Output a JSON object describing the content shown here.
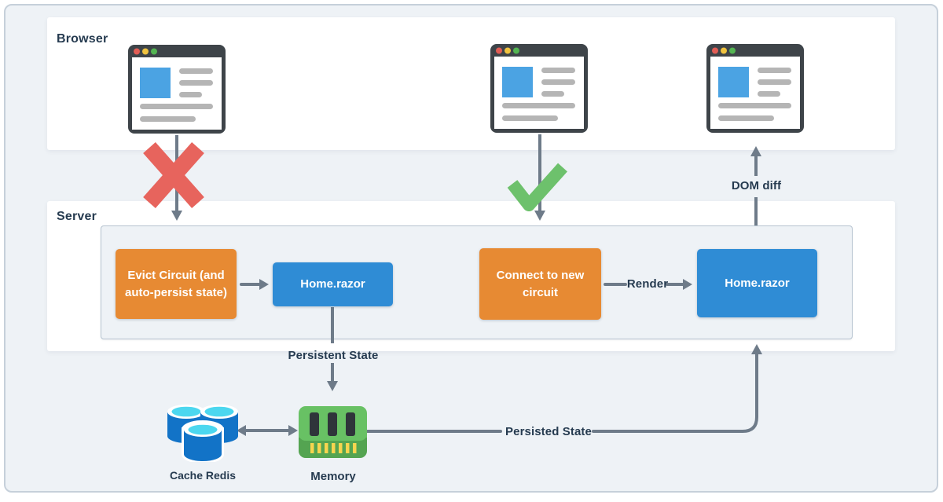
{
  "sections": {
    "browser": {
      "label": "Browser"
    },
    "server": {
      "label": "Server"
    }
  },
  "nodes": {
    "evict_circuit": {
      "label": "Evict Circuit (and auto-persist state)",
      "color": "#e78a33"
    },
    "home_razor_left": {
      "label": "Home.razor",
      "color": "#2f8cd5"
    },
    "connect_to_new_circuit": {
      "label": "Connect to new circuit",
      "color": "#e78a33"
    },
    "home_razor_right": {
      "label": "Home.razor",
      "color": "#2f8cd5"
    }
  },
  "edges": {
    "render": {
      "label": "Render"
    },
    "dom_diff": {
      "label": "DOM diff"
    },
    "persistent_state": {
      "label": "Persistent State"
    },
    "persisted_state": {
      "label": "Persisted State"
    }
  },
  "storage": {
    "cache_redis": {
      "label": "Cache Redis"
    },
    "memory": {
      "label": "Memory"
    }
  },
  "icons": {
    "browser_window": "browser-window-icon",
    "cross": "cross-icon",
    "check": "check-icon",
    "redis": "redis-cache-icon",
    "memory": "memory-ram-icon"
  },
  "colors": {
    "background": "#eef2f6",
    "band_white": "#ffffff",
    "accent_orange": "#e78a33",
    "accent_blue": "#2f8cd5",
    "arrow_gray": "#6e7b89",
    "success_green": "#6dc16c",
    "error_red": "#e7645d",
    "label_navy": "#263b50",
    "redis_blue": "#1273c7",
    "redis_cyan": "#4cd7ef",
    "ram_green": "#68c164"
  }
}
